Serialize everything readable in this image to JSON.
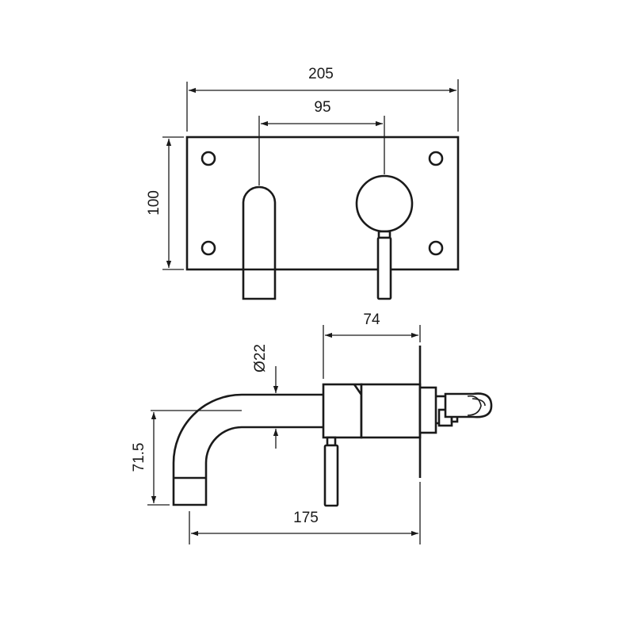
{
  "dimensions": {
    "overall_width": "205",
    "centre_spacing": "95",
    "plate_height": "100",
    "projection": "74",
    "spout_diameter": "Ø22",
    "spout_drop": "71.5",
    "spout_reach": "175"
  },
  "colors": {
    "line": "#1a1a1a",
    "background": "#ffffff"
  }
}
